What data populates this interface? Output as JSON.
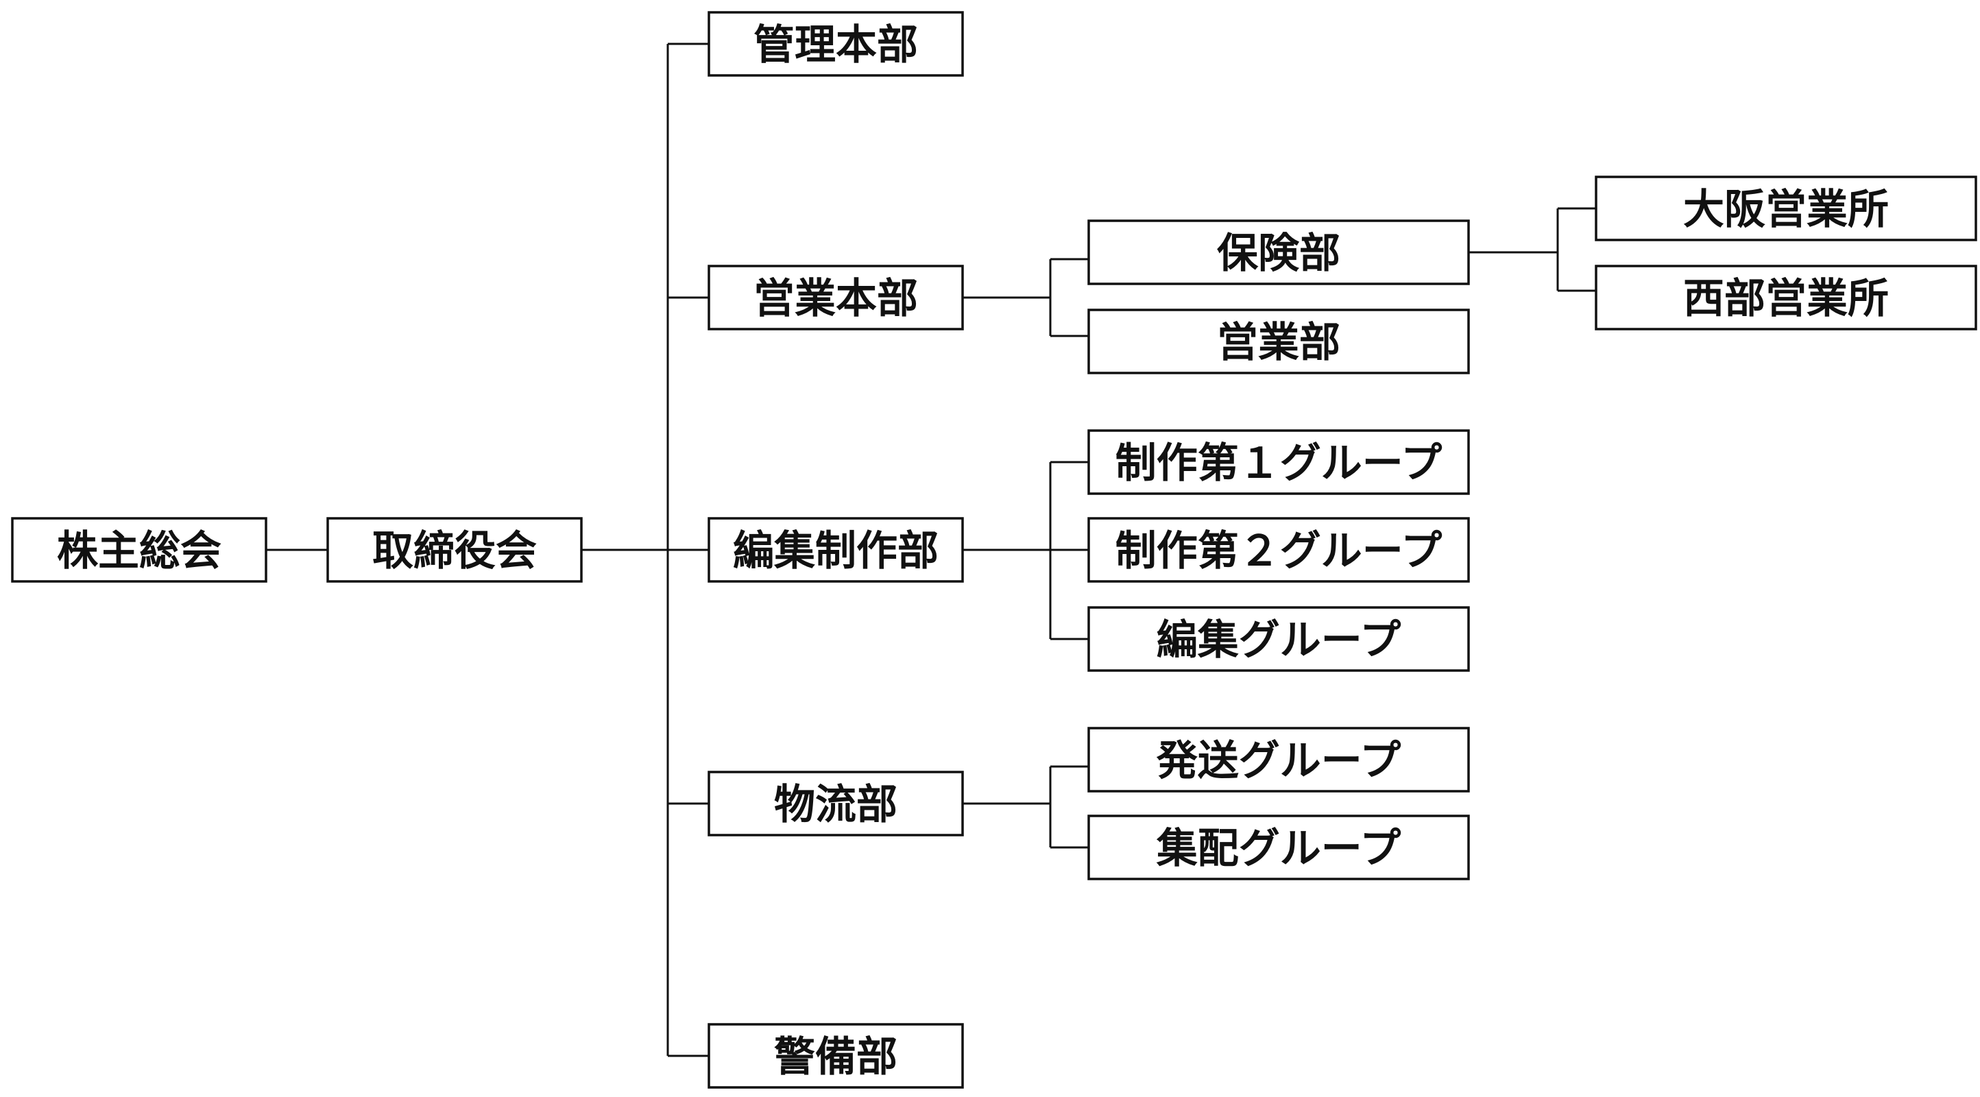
{
  "org": {
    "shareholders": "株主総会",
    "board": "取締役会",
    "admin_hq": "管理本部",
    "sales_hq": "営業本部",
    "editorial_production": "編集制作部",
    "logistics": "物流部",
    "security": "警備部",
    "insurance": "保険部",
    "sales_dept": "営業部",
    "osaka_office": "大阪営業所",
    "seibu_office": "西部営業所",
    "production_group_1": "制作第１グループ",
    "production_group_2": "制作第２グループ",
    "editorial_group": "編集グループ",
    "shipping_group": "発送グループ",
    "delivery_group": "集配グループ"
  }
}
